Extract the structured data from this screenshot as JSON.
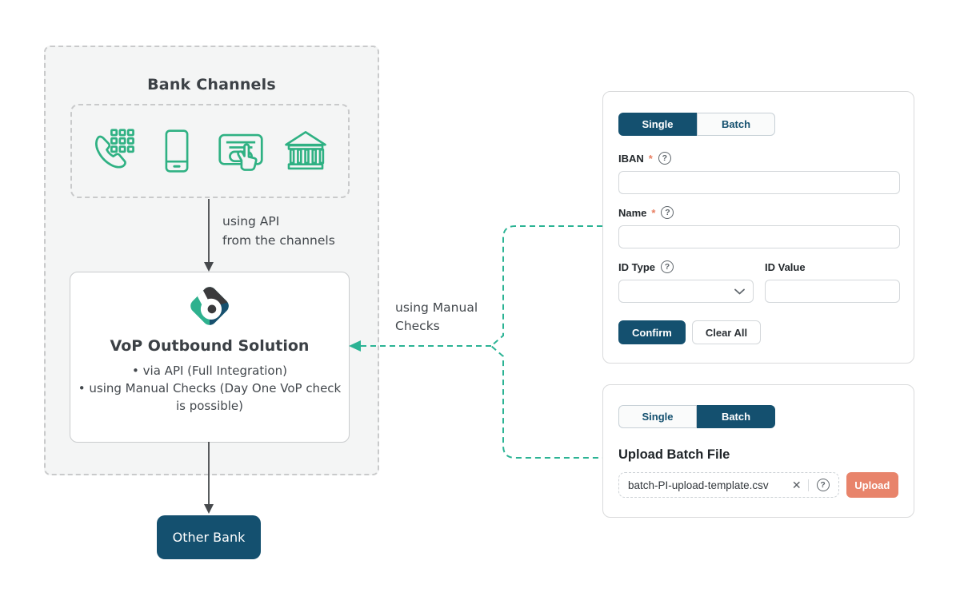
{
  "diagram": {
    "bank_channels": {
      "title": "Bank Channels",
      "icons": [
        "phone-keypad",
        "mobile-phone",
        "card-payment-touch",
        "bank-building"
      ]
    },
    "api_label": {
      "line1": "using API",
      "line2": "from the channels"
    },
    "vop_box": {
      "title": "VoP Outbound Solution",
      "bullets": [
        "via API (Full Integration)",
        "using Manual Checks (Day One VoP check is possible)"
      ]
    },
    "manual_label": {
      "line1": "using Manual",
      "line2": "Checks"
    },
    "other_bank_label": "Other Bank"
  },
  "single_panel": {
    "tabs": [
      {
        "label": "Single",
        "active": true
      },
      {
        "label": "Batch",
        "active": false
      }
    ],
    "required_marker": "*",
    "fields": {
      "iban": {
        "label": "IBAN",
        "required": true,
        "value": "",
        "has_help": true
      },
      "name": {
        "label": "Name",
        "required": true,
        "value": "",
        "has_help": true
      },
      "id_type": {
        "label": "ID Type",
        "required": false,
        "value": "",
        "has_help": true
      },
      "id_value": {
        "label": "ID Value",
        "required": false,
        "value": "",
        "has_help": false
      }
    },
    "buttons": {
      "confirm": "Confirm",
      "clear_all": "Clear All"
    }
  },
  "batch_panel": {
    "tabs": [
      {
        "label": "Single",
        "active": false
      },
      {
        "label": "Batch",
        "active": true
      }
    ],
    "heading": "Upload Batch File",
    "file_name": "batch-PI-upload-template.csv",
    "upload_button": "Upload"
  },
  "icons": {
    "help_glyph": "?",
    "clear_glyph": "✕"
  },
  "colors": {
    "navy": "#14506F",
    "teal_connector": "#2BB394",
    "icon_green": "#2FB183",
    "salmon": "#E8846B",
    "asterisk": "#E87E61",
    "panel_border": "#D9DADB",
    "diagram_bg": "#F4F5F5"
  }
}
